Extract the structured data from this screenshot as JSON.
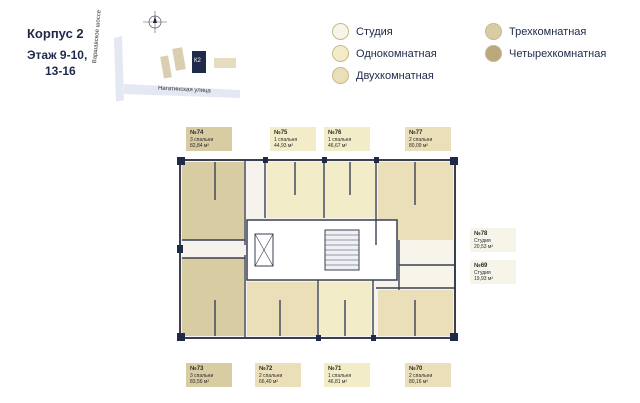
{
  "header": {
    "building": "Корпус 2",
    "floor_line1": "Этаж 9-10,",
    "floor_line2": "13-16"
  },
  "site": {
    "street_vertical": "Варшавское шоссе",
    "street_horizontal": "Нагатинская улица",
    "building_marker": "К2"
  },
  "legend": [
    {
      "label": "Студия",
      "color": "#f7f4ea"
    },
    {
      "label": "Однокомнатная",
      "color": "#f3ecc9"
    },
    {
      "label": "Двухкомнатная",
      "color": "#eadfb9"
    },
    {
      "label": "Трехкомнатная",
      "color": "#d8cca3"
    },
    {
      "label": "Четырехкомнатная",
      "color": "#b9a97a"
    }
  ],
  "apartments": {
    "a74": {
      "num": "№74",
      "rooms": "3 спальни",
      "area": "82,84 м²",
      "color": "#d8cca3"
    },
    "a75": {
      "num": "№75",
      "rooms": "1 спальня",
      "area": "44,93 м²",
      "color": "#f3ecc9"
    },
    "a76": {
      "num": "№76",
      "rooms": "1 спальня",
      "area": "46,67 м²",
      "color": "#f3ecc9"
    },
    "a77": {
      "num": "№77",
      "rooms": "2 спальни",
      "area": "80,09 м²",
      "color": "#eadfb9"
    },
    "a78": {
      "num": "№78",
      "rooms": "Студия",
      "area": "20,53 м²",
      "color": "#f7f4ea"
    },
    "a69": {
      "num": "№69",
      "rooms": "Студия",
      "area": "19,93 м²",
      "color": "#f7f4ea"
    },
    "a73": {
      "num": "№73",
      "rooms": "3 спальни",
      "area": "83,56 м²",
      "color": "#d8cca3"
    },
    "a72": {
      "num": "№72",
      "rooms": "2 спальни",
      "area": "66,40 м²",
      "color": "#eadfb9"
    },
    "a71": {
      "num": "№71",
      "rooms": "1 спальня",
      "area": "46,81 м²",
      "color": "#f3ecc9"
    },
    "a70": {
      "num": "№70",
      "rooms": "2 спальни",
      "area": "80,16 м²",
      "color": "#eadfb9"
    }
  },
  "colors": {
    "navy": "#1f2a4a",
    "wall": "#3a3f52",
    "studio": "#f7f4ea",
    "one_room": "#f3ecc9",
    "two_room": "#eadfb9",
    "three_room": "#d8cca3",
    "four_room": "#b9a97a"
  }
}
